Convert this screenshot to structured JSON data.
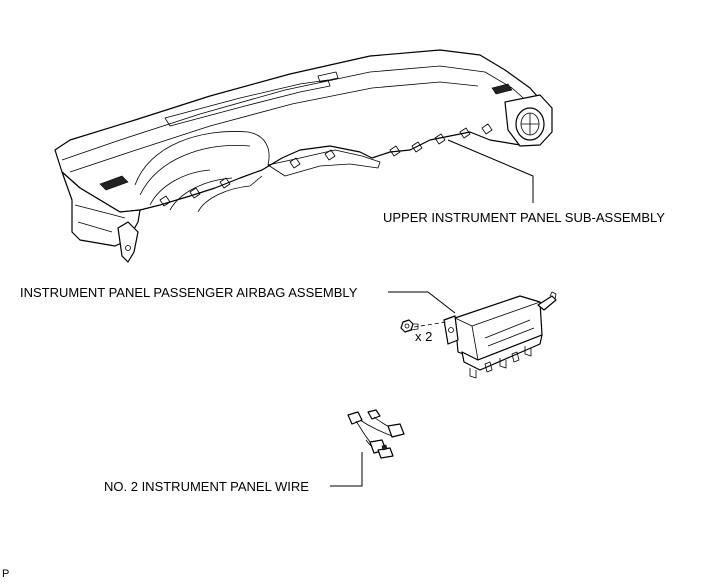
{
  "labels": {
    "upper_panel": "UPPER INSTRUMENT PANEL SUB-ASSEMBLY",
    "airbag": "INSTRUMENT PANEL PASSENGER AIRBAG ASSEMBLY",
    "quantity": "x 2",
    "wire": "NO. 2 INSTRUMENT PANEL WIRE",
    "corner_mark": "P"
  }
}
